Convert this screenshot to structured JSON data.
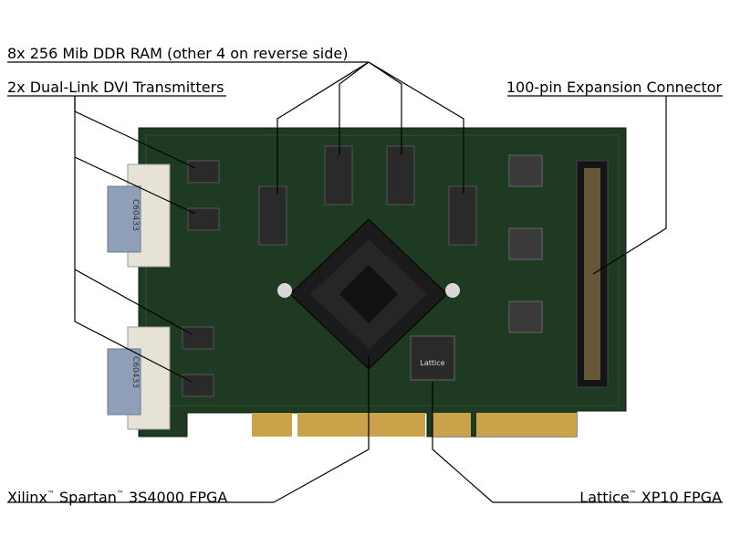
{
  "labels": {
    "ram": "8x 256 Mib DDR RAM (other 4 on reverse side)",
    "dvi": "2x Dual-Link DVI Transmitters",
    "expansion": "100-pin Expansion Connector",
    "xilinx_brand": "Xilinx",
    "spartan_brand": "Spartan",
    "xilinx_rest": "3S4000 FPGA",
    "lattice_brand": "Lattice",
    "lattice_rest": "XP10 FPGA",
    "tm": "™"
  },
  "board": {
    "dvi_connector_text": "C60433",
    "lattice_chip_text": "Lattice"
  },
  "colors": {
    "pcb": "#1f3a22",
    "pcb_dark": "#152a18",
    "gold": "#c9a24a",
    "heatsink": "#1b1b1b",
    "connector": "#e6e2d6",
    "vga_blue": "#8f9fb8",
    "chip": "#2a2a2a"
  }
}
